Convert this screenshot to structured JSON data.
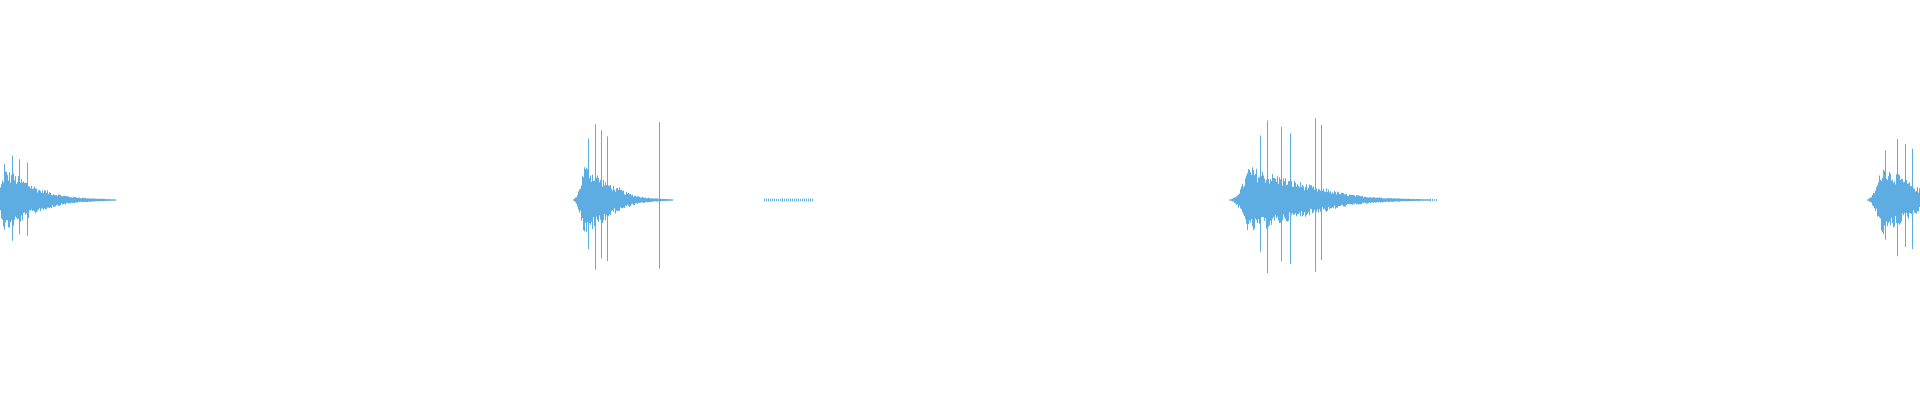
{
  "waveform": {
    "color": "#5dade2",
    "background": "#ffffff",
    "duration_s": 1.0,
    "bursts": [
      {
        "name": "burst-1",
        "start": -0.004,
        "attack": 0.006,
        "body_end": 0.022,
        "tail_end": 0.06,
        "peak": 0.48,
        "body_amp": 0.32,
        "tail_amp": 0.02,
        "spikes": [
          0.002,
          0.006,
          0.01,
          0.014
        ]
      },
      {
        "name": "burst-2",
        "start": 0.298,
        "attack": 0.006,
        "body_end": 0.322,
        "tail_end": 0.35,
        "peak": 0.82,
        "body_amp": 0.36,
        "tail_amp": 0.02,
        "spikes": [
          0.306,
          0.31,
          0.313,
          0.316,
          0.343
        ]
      },
      {
        "name": "burst-3",
        "start": 0.64,
        "attack": 0.01,
        "body_end": 0.69,
        "tail_end": 0.745,
        "peak": 0.86,
        "body_amp": 0.34,
        "tail_amp": 0.02,
        "spikes": [
          0.656,
          0.66,
          0.667,
          0.672,
          0.685,
          0.688
        ]
      },
      {
        "name": "burst-4",
        "start": 0.972,
        "attack": 0.008,
        "body_end": 1.0,
        "tail_end": 1.0,
        "peak": 0.66,
        "body_amp": 0.36,
        "tail_amp": 0.02,
        "spikes": [
          0.982,
          0.988,
          0.992,
          0.996
        ]
      }
    ],
    "faint_segments": [
      {
        "start": 0.398,
        "end": 0.423,
        "amp": 0.012
      },
      {
        "start": 0.745,
        "end": 0.748,
        "amp": 0.01
      }
    ]
  }
}
